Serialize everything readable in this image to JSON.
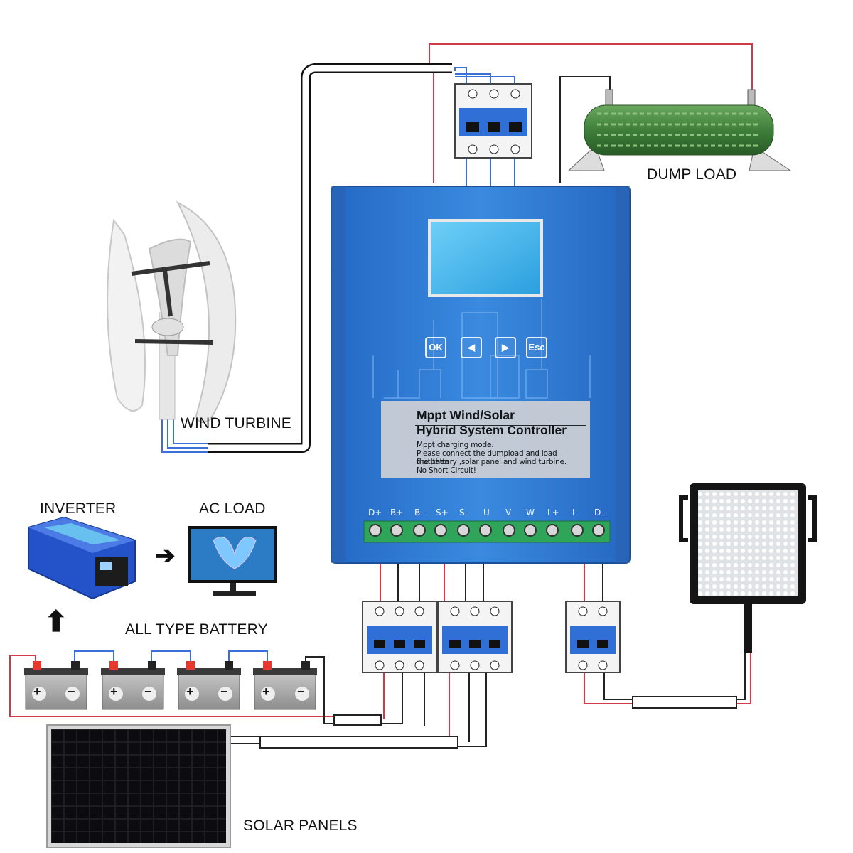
{
  "labels": {
    "wind_turbine": "WIND TURBINE",
    "dump_load": "DUMP LOAD",
    "inverter": "INVERTER",
    "ac_load": "AC LOAD",
    "battery": "ALL TYPE BATTERY",
    "solar_panels": "SOLAR PANELS"
  },
  "controller": {
    "buttons": [
      "OK",
      "◀",
      "▶",
      "Esc"
    ],
    "title_line1": "Mppt Wind/Solar",
    "title_line2": "Hybrid System Controller",
    "notes": [
      "Mppt charging mode.",
      "Please connect the dumpload and load first,then",
      "the battery ,solar panel and wind turbine.",
      "No Short Circuit!"
    ],
    "terminals": [
      "D+",
      "B+",
      "B-",
      "S+",
      "S-",
      "U",
      "V",
      "W",
      "L+",
      "L-",
      "D-"
    ]
  },
  "arrows": {
    "right": "➔",
    "up": "⬆"
  },
  "battery_signs": {
    "plus": "+",
    "minus": "−"
  },
  "colors": {
    "controller_body": "#2f7fd6",
    "wire_red": "#d23a4a",
    "wire_blue": "#3b6fd9",
    "wire_black": "#222222",
    "terminal_green": "#2fa55a",
    "resistor_green": "#3f7f3a"
  }
}
